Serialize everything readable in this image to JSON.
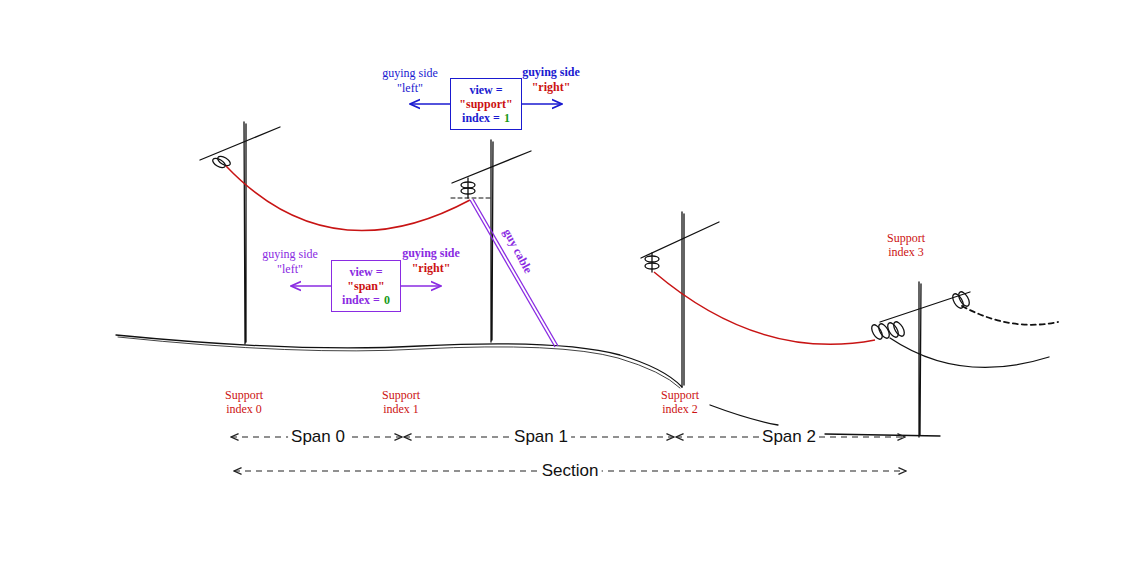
{
  "diagram": {
    "nodes": [
      {
        "text": [
          "view =",
          "\"support\"",
          "index =",
          "1"
        ]
      },
      {
        "text": [
          "view =",
          "\"span\"",
          "index =",
          "0"
        ]
      }
    ],
    "labels": [
      "guying side",
      "\"left\"",
      "guying side",
      "\"right\"",
      "guy cable",
      "guying side",
      "\"left\"",
      "guying side",
      "\"right\"",
      "Support index 3",
      "Support index 0",
      "Support index 1",
      "Support index 2",
      "Span 0",
      "Span 1",
      "Span 2",
      "Section"
    ]
  }
}
